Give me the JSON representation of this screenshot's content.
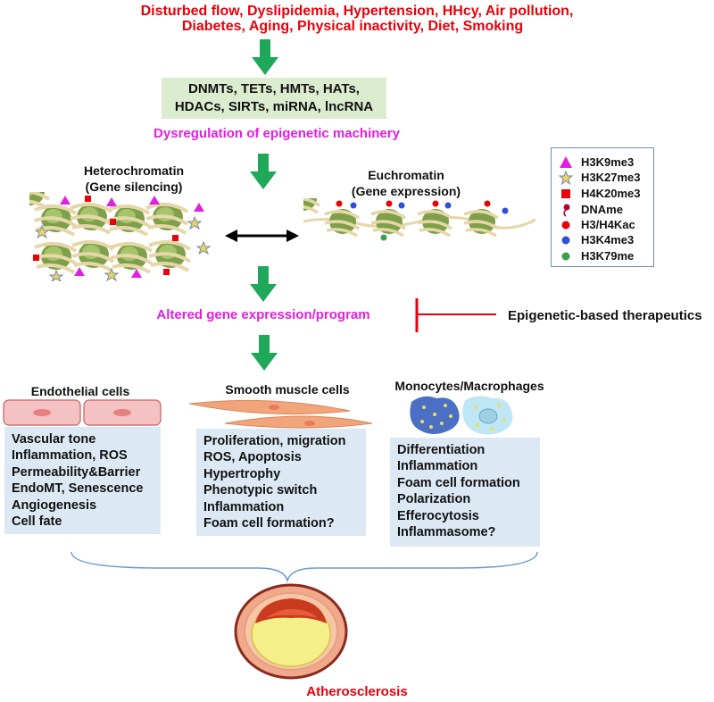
{
  "risk_factors": {
    "line1": "Disturbed flow, Dyslipidemia, Hypertension, HHcy, Air pollution,",
    "line2": "Diabetes, Aging, Physical inactivity, Diet, Smoking"
  },
  "machinery": {
    "line1": "DNMTs, TETs, HMTs, HATs,",
    "line2": "HDACs, SIRTs, miRNA, lncRNA",
    "caption": "Dysregulation of epigenetic machinery"
  },
  "chromatin": {
    "hetero_title": "Heterochromatin",
    "hetero_sub": "(Gene silencing)",
    "eu_title": "Euchromatin",
    "eu_sub": "(Gene expression)"
  },
  "legend": [
    {
      "label": "H3K9me3",
      "icon": "triangle-icon",
      "color": "#e020e0"
    },
    {
      "label": "H3K27me3",
      "icon": "star-icon",
      "color": "#e8d36a"
    },
    {
      "label": "H4K20me3",
      "icon": "square-icon",
      "color": "#e8000b"
    },
    {
      "label": "DNAme",
      "icon": "lollipop-icon",
      "color": "#b0003a"
    },
    {
      "label": "H3/H4Kac",
      "icon": "red-dot-icon",
      "color": "#e8000b"
    },
    {
      "label": "H3K4me3",
      "icon": "blue-dot-icon",
      "color": "#2f4fd8"
    },
    {
      "label": "H3K79me",
      "icon": "green-dot-icon",
      "color": "#3aa14a"
    }
  ],
  "altered": "Altered gene expression/program",
  "therapeutics": "Epigenetic-based therapeutics",
  "cells": {
    "endothelial": {
      "title": "Endothelial cells",
      "items": [
        "Vascular tone",
        "Inflammation, ROS",
        "Permeability&Barrier",
        "EndoMT, Senescence",
        "Angiogenesis",
        "Cell fate"
      ]
    },
    "smooth_muscle": {
      "title": "Smooth muscle cells",
      "items": [
        "Proliferation, migration",
        "ROS, Apoptosis",
        "Hypertrophy",
        "Phenotypic switch",
        "Inflammation",
        "Foam cell formation?"
      ]
    },
    "macrophage": {
      "title": "Monocytes/Macrophages",
      "items": [
        "Differentiation",
        "Inflammation",
        "Foam cell formation",
        "Polarization",
        "Efferocytosis",
        "Inflammasome?"
      ]
    }
  },
  "outcome": "Atherosclerosis"
}
